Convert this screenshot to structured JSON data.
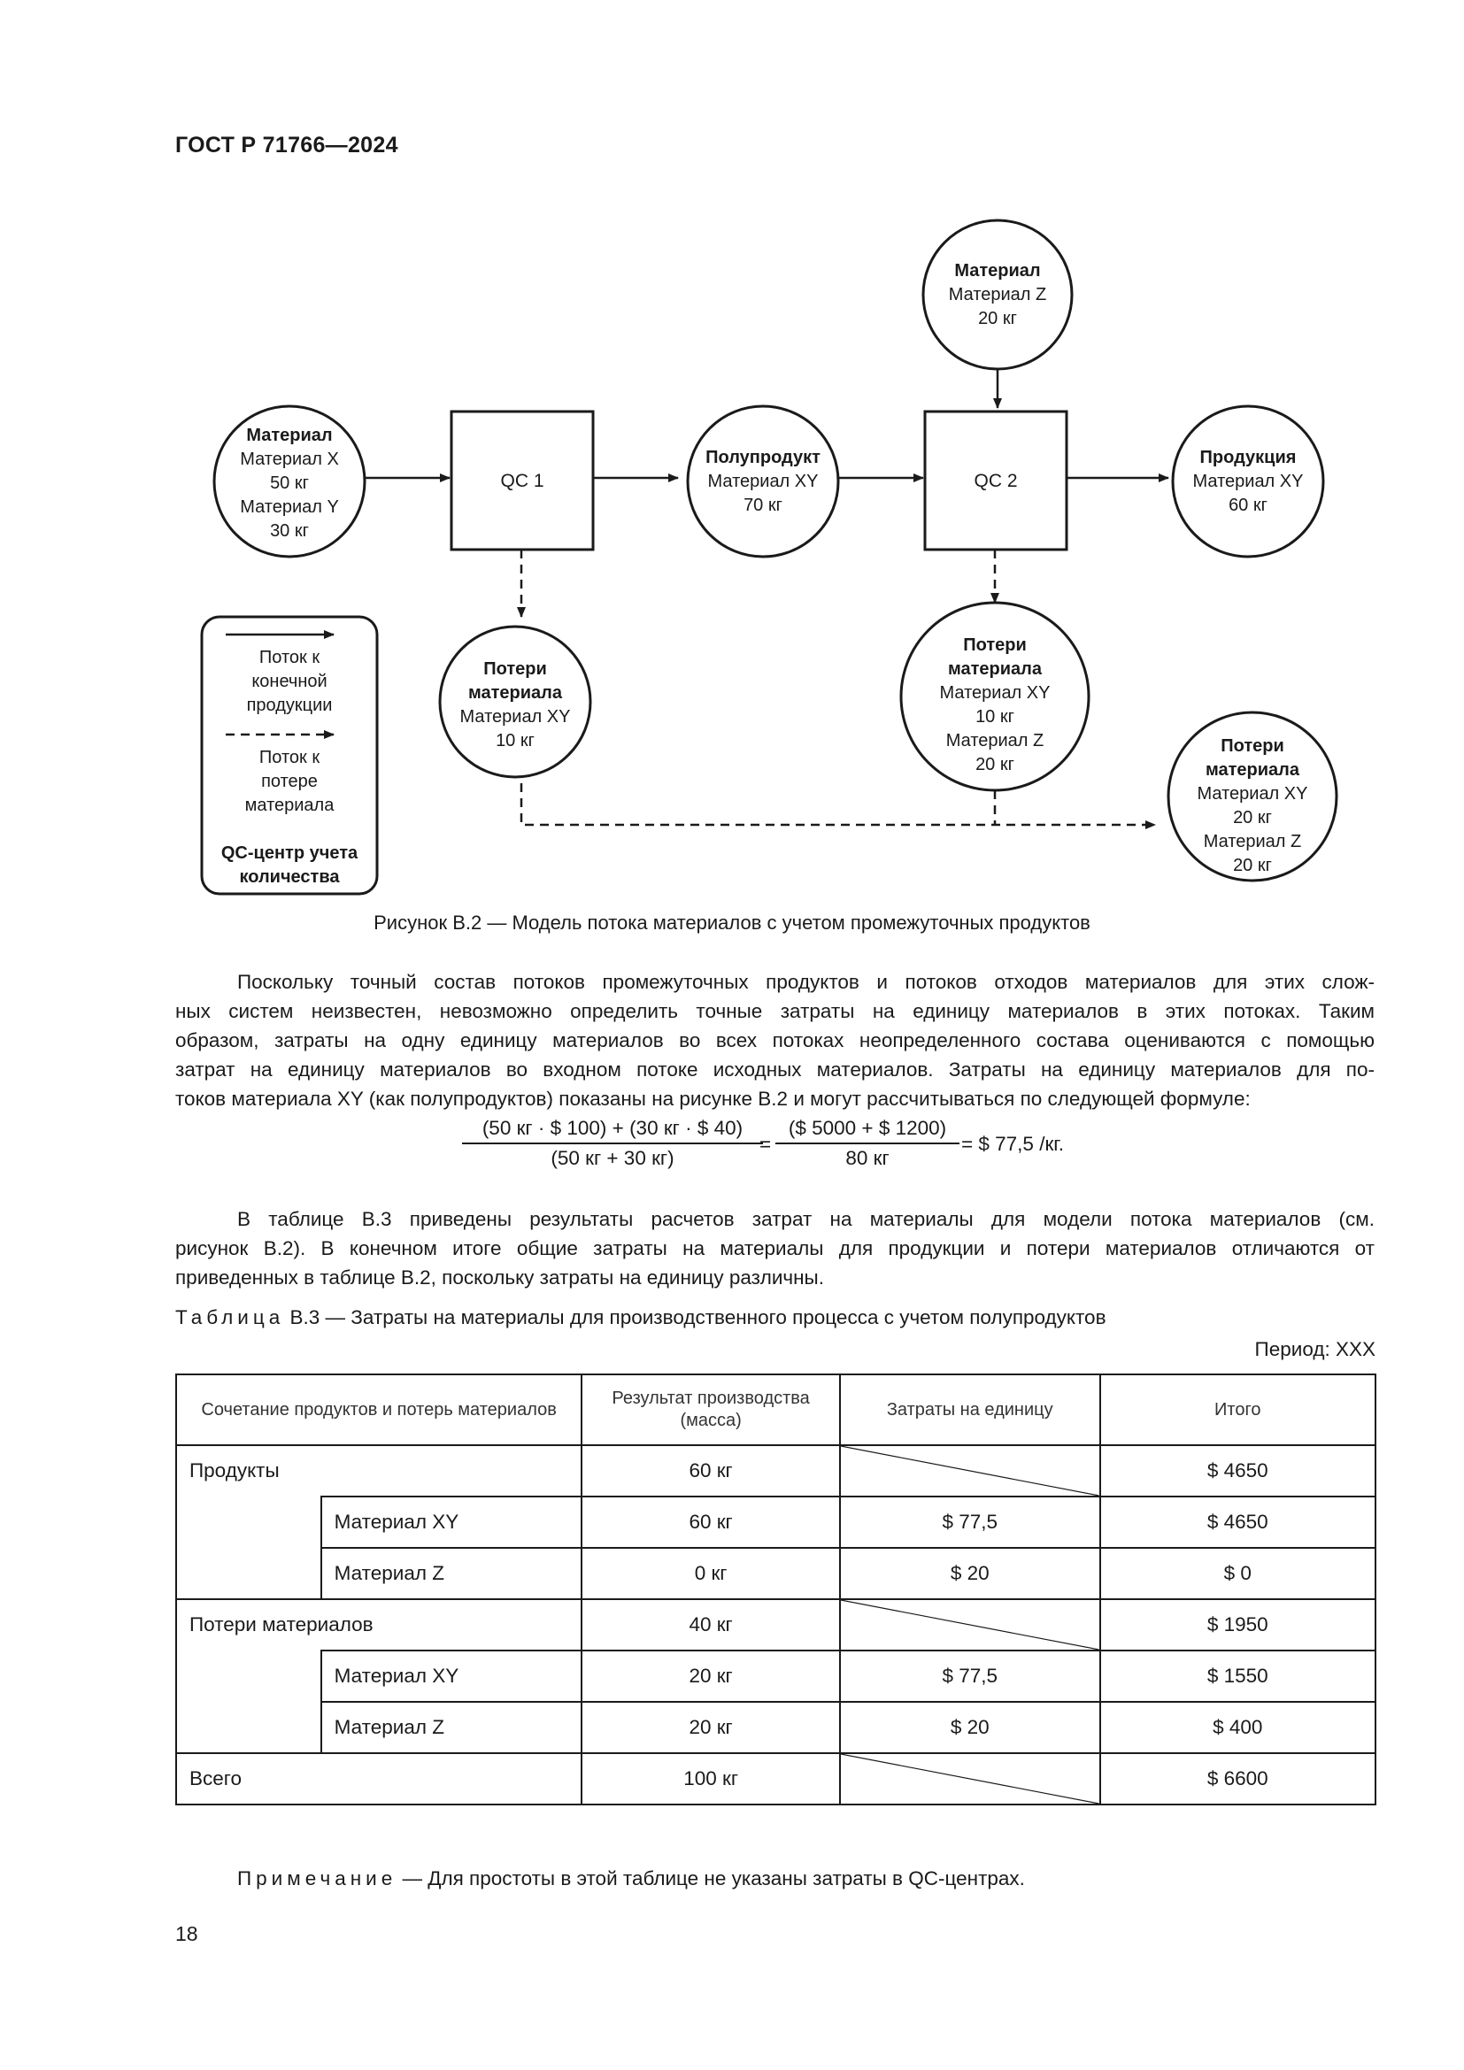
{
  "header": "ГОСТ Р 71766—2024",
  "diagram": {
    "node_top_material": [
      "Материал",
      "Материал Z",
      "20 кг"
    ],
    "node_input": [
      "Материал",
      "Материал X",
      "50 кг",
      "Материал Y",
      "30 кг"
    ],
    "qc1": "QC 1",
    "node_semi": [
      "Полупродукт",
      "Материал XY",
      "70 кг"
    ],
    "qc2": "QC 2",
    "node_product": [
      "Продукция",
      "Материал XY",
      "60 кг"
    ],
    "node_loss1": [
      "Потери",
      "материала",
      "Материал XY",
      "10 кг"
    ],
    "node_loss2": [
      "Потери",
      "материала",
      "Материал XY",
      "10 кг",
      "Материал Z",
      "20 кг"
    ],
    "node_loss_total": [
      "Потери",
      "материала",
      "Материал XY",
      "20 кг",
      "Материал Z",
      "20 кг"
    ],
    "legend": {
      "solid_label": [
        "Поток к",
        "конечной",
        "продукции"
      ],
      "dashed_label": [
        "Поток к",
        "потере",
        "материала"
      ],
      "qc_label": [
        "QC-центр учета",
        "количества"
      ]
    }
  },
  "caption": "Рисунок В.2  — Модель потока материалов с учетом промежуточных продуктов",
  "para1": [
    "Поскольку точный состав потоков промежуточных продуктов и потоков отходов материалов для этих слож-",
    "ных систем неизвестен, невозможно определить точные затраты на единицу материалов в этих потоках. Таким",
    "образом, затраты на одну единицу материалов во всех потоках неопределенного состава оцениваются с помощью",
    "затрат на единицу материалов во входном потоке исходных материалов. Затраты на единицу материалов для по-",
    "токов материала XY (как полупродуктов) показаны на рисунке В.2  и могут рассчитываться по следующей формуле:"
  ],
  "formula": {
    "num1": "(50 кг · $ 100) + (30 кг · $ 40)",
    "den1": "(50 кг + 30 кг)",
    "eq1": "=",
    "num2": "($ 5000 + $ 1200)",
    "den2": "80 кг",
    "result": "= $ 77,5 /кг."
  },
  "para2": [
    "В таблице В.3 приведены результаты расчетов затрат на материалы для модели потока материалов (см.",
    "рисунок В.2). В конечном итоге общие затраты на материалы для продукции и потери материалов отличаются от",
    "приведенных в таблице В.2, поскольку затраты на единицу различны."
  ],
  "table_title_label": "Таблица",
  "table_title_rest": "В.3 — Затраты на материалы для производственного процесса с учетом полупродуктов",
  "period": "Период: ХХХ",
  "table": {
    "headers": [
      "Сочетание продуктов и потерь материалов",
      "Результат производства (масса)",
      "Затраты на единицу",
      "Итого"
    ],
    "rows": [
      {
        "group": "Продукты",
        "sub": "",
        "mass": "60 кг",
        "unit": "",
        "total": "$ 4650"
      },
      {
        "group": "",
        "sub": "Материал XY",
        "mass": "60 кг",
        "unit": "$ 77,5",
        "total": "$ 4650"
      },
      {
        "group": "",
        "sub": "Материал Z",
        "mass": "0 кг",
        "unit": "$ 20",
        "total": "$ 0"
      },
      {
        "group": "Потери материалов",
        "sub": "",
        "mass": "40 кг",
        "unit": "",
        "total": "$ 1950"
      },
      {
        "group": "",
        "sub": "Материал XY",
        "mass": "20 кг",
        "unit": "$ 77,5",
        "total": "$ 1550"
      },
      {
        "group": "",
        "sub": "Материал Z",
        "mass": "20 кг",
        "unit": "$ 20",
        "total": "$ 400"
      },
      {
        "group": "Всего",
        "sub": "",
        "mass": "100 кг",
        "unit": "",
        "total": "$ 6600"
      }
    ]
  },
  "note_label": "Примечание",
  "note_rest": "— Для простоты в этой таблице не указаны затраты в QC-центрах.",
  "page_number": "18"
}
